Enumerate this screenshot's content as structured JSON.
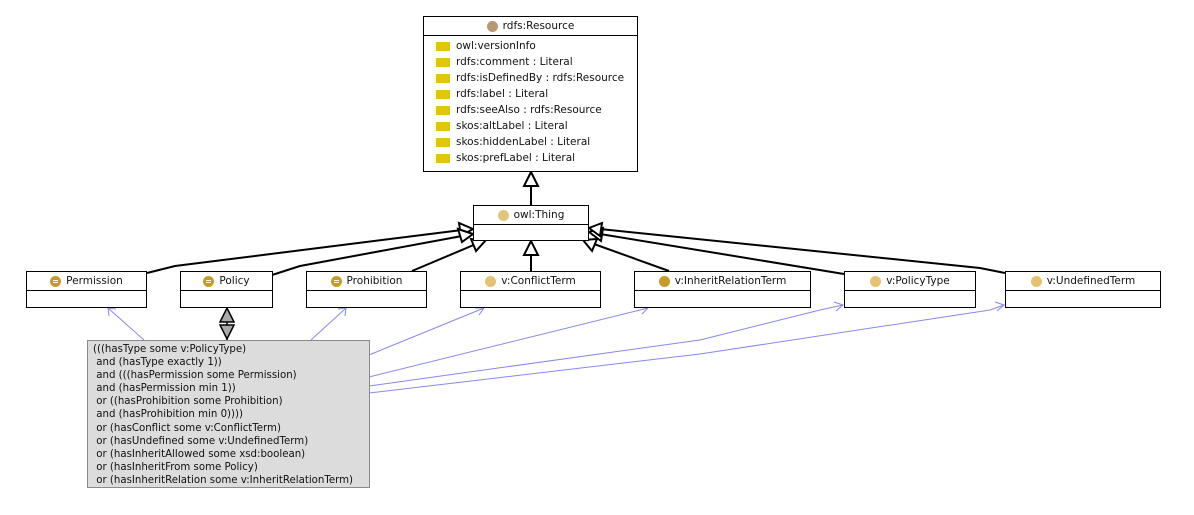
{
  "resource": {
    "title": "rdfs:Resource",
    "icon": "class-circle-icon",
    "attributes": [
      "owl:versionInfo",
      "rdfs:comment : Literal",
      "rdfs:isDefinedBy : rdfs:Resource",
      "rdfs:label : Literal",
      "rdfs:seeAlso : rdfs:Resource",
      "skos:altLabel : Literal",
      "skos:hiddenLabel : Literal",
      "skos:prefLabel : Literal"
    ]
  },
  "thing": {
    "title": "owl:Thing"
  },
  "classes": [
    {
      "id": "permission",
      "title": "Permission",
      "kind": "defined"
    },
    {
      "id": "policy",
      "title": "Policy",
      "kind": "defined"
    },
    {
      "id": "prohibition",
      "title": "Prohibition",
      "kind": "defined"
    },
    {
      "id": "conflict-term",
      "title": "v:ConflictTerm",
      "kind": "term"
    },
    {
      "id": "inherit-relation-term",
      "title": "v:InheritRelationTerm",
      "kind": "inherit"
    },
    {
      "id": "policy-type",
      "title": "v:PolicyType",
      "kind": "term"
    },
    {
      "id": "undefined-term",
      "title": "v:UndefinedTerm",
      "kind": "term"
    }
  ],
  "expression": {
    "lines": [
      "(((hasType some v:PolicyType)",
      " and (hasType exactly 1))",
      " and (((hasPermission some Permission)",
      " and (hasPermission min 1))",
      " or ((hasProhibition some Prohibition)",
      " and (hasProhibition min 0))))",
      " or (hasConflict some v:ConflictTerm)",
      " or (hasUndefined some v:UndefinedTerm)",
      " or (hasInheritAllowed some xsd:boolean)",
      " or (hasInheritFrom some Policy)",
      " or (hasInheritRelation some v:InheritRelationTerm)"
    ]
  },
  "colors": {
    "inheritance_edge": "#000000",
    "reference_edge": "#8888ee",
    "attribute_marker": "#e0c800",
    "expression_fill": "#dcdcdc"
  }
}
